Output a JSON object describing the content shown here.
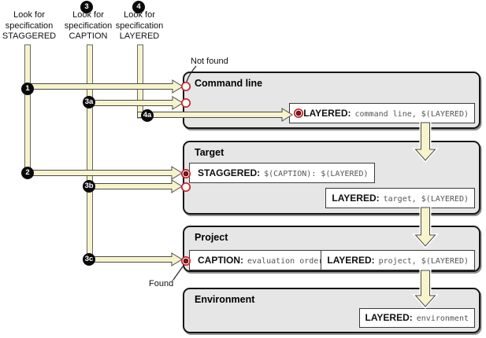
{
  "lookups": [
    {
      "badge": "",
      "lines": [
        "Look for",
        "specification",
        "STAGGERED"
      ]
    },
    {
      "badge": "3",
      "lines": [
        "Look for",
        "specification",
        "CAPTION"
      ]
    },
    {
      "badge": "4",
      "lines": [
        "Look for",
        "specification",
        "LAYERED"
      ]
    }
  ],
  "step_badges": {
    "s1": "1",
    "s2": "2",
    "s3a": "3a",
    "s3b": "3b",
    "s3c": "3c",
    "s4a": "4a"
  },
  "annotations": {
    "not_found": "Not found",
    "found": "Found"
  },
  "scopes": {
    "command_line": {
      "title": "Command line",
      "spec_layered": {
        "keyword": "LAYERED:",
        "value": "command line, $(LAYERED)"
      }
    },
    "target": {
      "title": "Target",
      "spec_staggered": {
        "keyword": "STAGGERED:",
        "value": "$(CAPTION): $(LAYERED)"
      },
      "spec_layered": {
        "keyword": "LAYERED:",
        "value": "target, $(LAYERED)"
      }
    },
    "project": {
      "title": "Project",
      "spec_caption": {
        "keyword": "CAPTION:",
        "value": "evaluation order"
      },
      "spec_layered": {
        "keyword": "LAYERED:",
        "value": "project, $(LAYERED)"
      }
    },
    "environment": {
      "title": "Environment",
      "spec_layered": {
        "keyword": "LAYERED:",
        "value": "environment"
      }
    }
  },
  "colors": {
    "arrow_fill": "#f7f4cc",
    "arrow_stroke": "#4a4a4a",
    "marker_red": "#cb2027",
    "marker_dark_red": "#8b1116",
    "scope_fill": "#e6e6e6"
  }
}
